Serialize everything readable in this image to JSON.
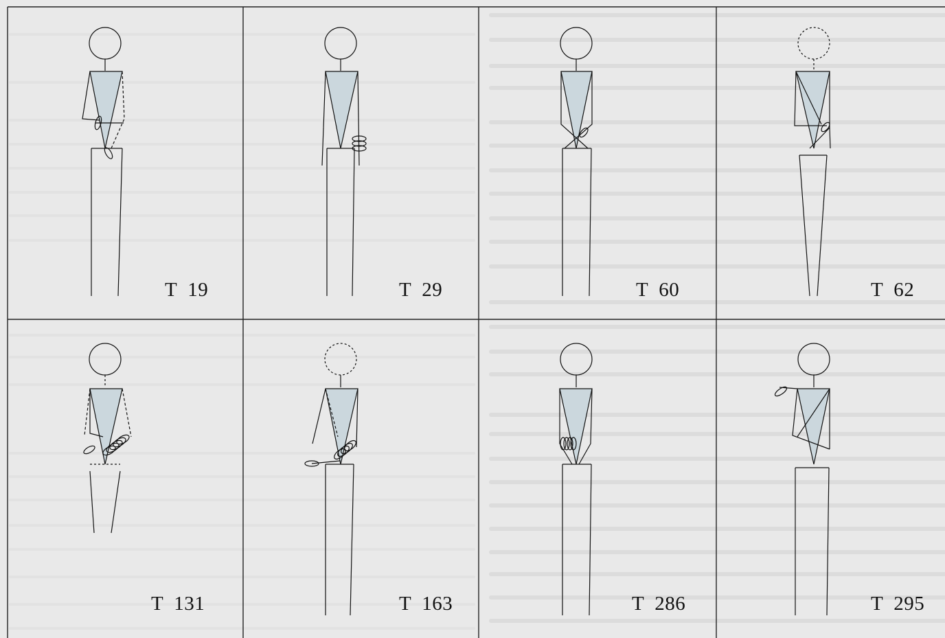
{
  "colors": {
    "ink": "#111111",
    "shade": "#cbd7dd",
    "paper": "#ececec"
  },
  "grid": {
    "cols": 4,
    "rows": 2
  },
  "panels": [
    {
      "id": "t19",
      "label": "T  19",
      "head": "solid",
      "torso": "t19"
    },
    {
      "id": "t29",
      "label": "T  29",
      "head": "solid",
      "torso": "t29"
    },
    {
      "id": "t60",
      "label": "T  60",
      "head": "solid",
      "torso": "t60"
    },
    {
      "id": "t62",
      "label": "T  62",
      "head": "dashed",
      "torso": "t62"
    },
    {
      "id": "t131",
      "label": "T  131",
      "head": "solid",
      "torso": "t131"
    },
    {
      "id": "t163",
      "label": "T  163",
      "head": "dashed",
      "torso": "t163"
    },
    {
      "id": "t286",
      "label": "T  286",
      "head": "solid",
      "torso": "t286"
    },
    {
      "id": "t295",
      "label": "T  295",
      "head": "solid",
      "torso": "t295"
    }
  ]
}
